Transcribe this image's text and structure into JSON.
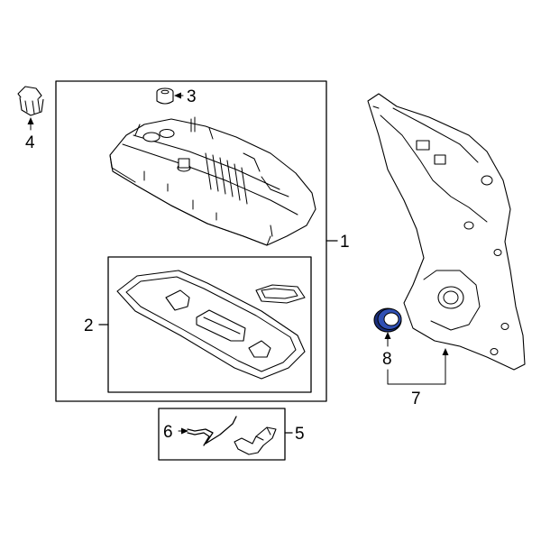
{
  "diagram": {
    "callouts": [
      {
        "id": "1",
        "label": "1"
      },
      {
        "id": "2",
        "label": "2"
      },
      {
        "id": "3",
        "label": "3"
      },
      {
        "id": "4",
        "label": "4"
      },
      {
        "id": "5",
        "label": "5"
      },
      {
        "id": "6",
        "label": "6"
      },
      {
        "id": "7",
        "label": "7"
      },
      {
        "id": "8",
        "label": "8"
      }
    ],
    "colors": {
      "line": "#000000",
      "highlight_fill": "#2f4fb4",
      "highlight_dark": "#1a2e7a",
      "background": "#ffffff"
    }
  }
}
